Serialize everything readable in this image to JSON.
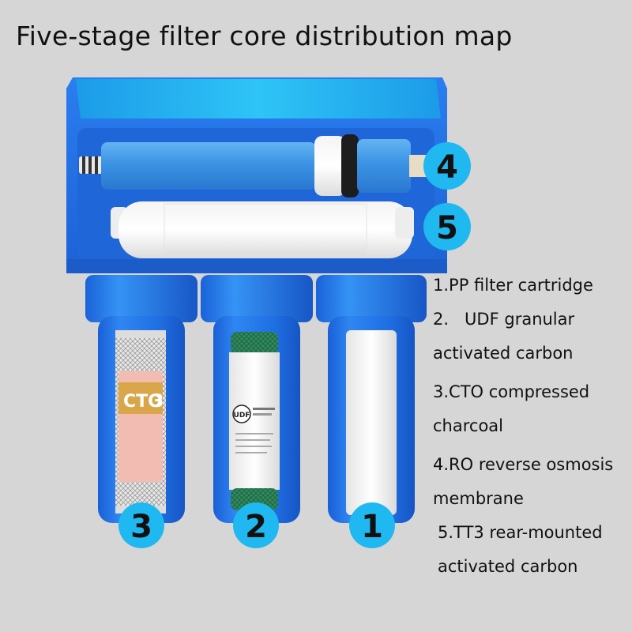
{
  "title": "Five-stage filter core distribution map",
  "badges": {
    "b1": "1",
    "b2": "2",
    "b3": "3",
    "b4": "4",
    "b5": "5"
  },
  "legend": [
    {
      "line1": "1.PP filter cartridge",
      "line2": ""
    },
    {
      "line1": "2.   UDF granular",
      "line2": "activated carbon"
    },
    {
      "line1": "3.CTO compressed",
      "line2": "charcoal"
    },
    {
      "line1": "4.RO reverse osmosis",
      "line2": "membrane"
    },
    {
      "line1": "5.TT3 rear-mounted",
      "line2": "activated carbon"
    }
  ],
  "cartridge_labels": {
    "cto_name": "CTO",
    "cto_stage": "3",
    "udf_name": "UDF"
  },
  "colors": {
    "background": "#d6d6d6",
    "housing_blue": "#1f6fe0",
    "housing_light": "#1aa8f0",
    "badge_cyan": "#1fb8f0",
    "membrane_blue": "#3a8fe0"
  }
}
